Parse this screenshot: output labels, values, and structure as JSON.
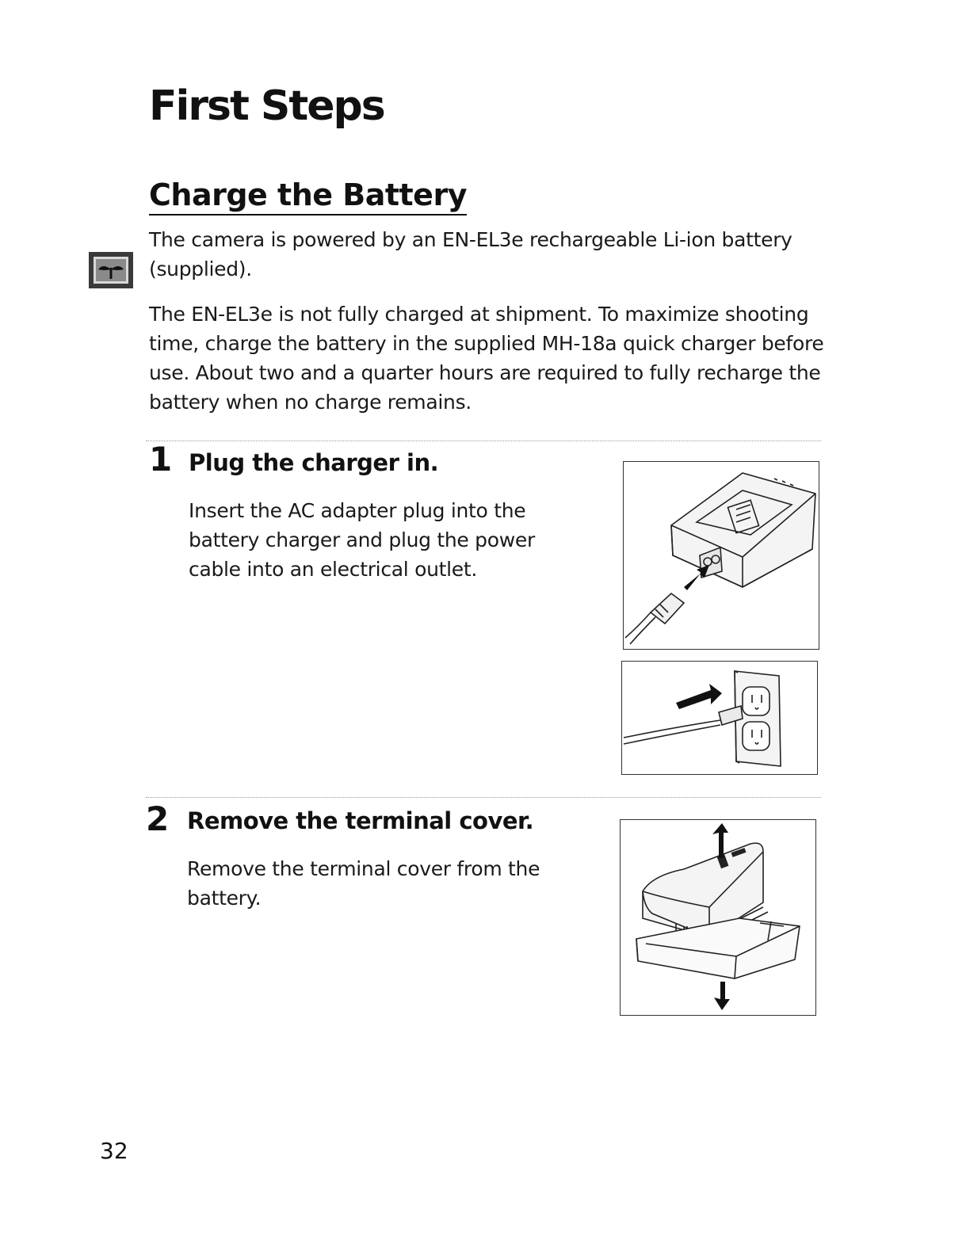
{
  "page": {
    "title": "First Steps",
    "section_title": "Charge the Battery",
    "intro_paragraph_1": "The camera is powered by an EN-EL3e rechargeable Li-ion battery (supplied).",
    "intro_paragraph_2": "The EN-EL3e is not fully charged at shipment.  To maximize shooting time, charge the battery in the supplied MH-18a quick charger before use.  About two and a quarter hours are required to fully recharge the battery when no charge remains.",
    "page_number": "32"
  },
  "steps": [
    {
      "number": "1",
      "title": "Plug the charger in.",
      "text": "Insert the AC adapter plug into the battery charger and plug the power cable into an electrical outlet."
    },
    {
      "number": "2",
      "title": "Remove the terminal cover.",
      "text": "Remove the terminal cover from the battery."
    }
  ],
  "icons": {
    "tab": "first-steps-tab-icon",
    "charger": "battery-charger-illustration",
    "outlet": "wall-outlet-illustration",
    "battery": "battery-terminal-cover-illustration"
  }
}
